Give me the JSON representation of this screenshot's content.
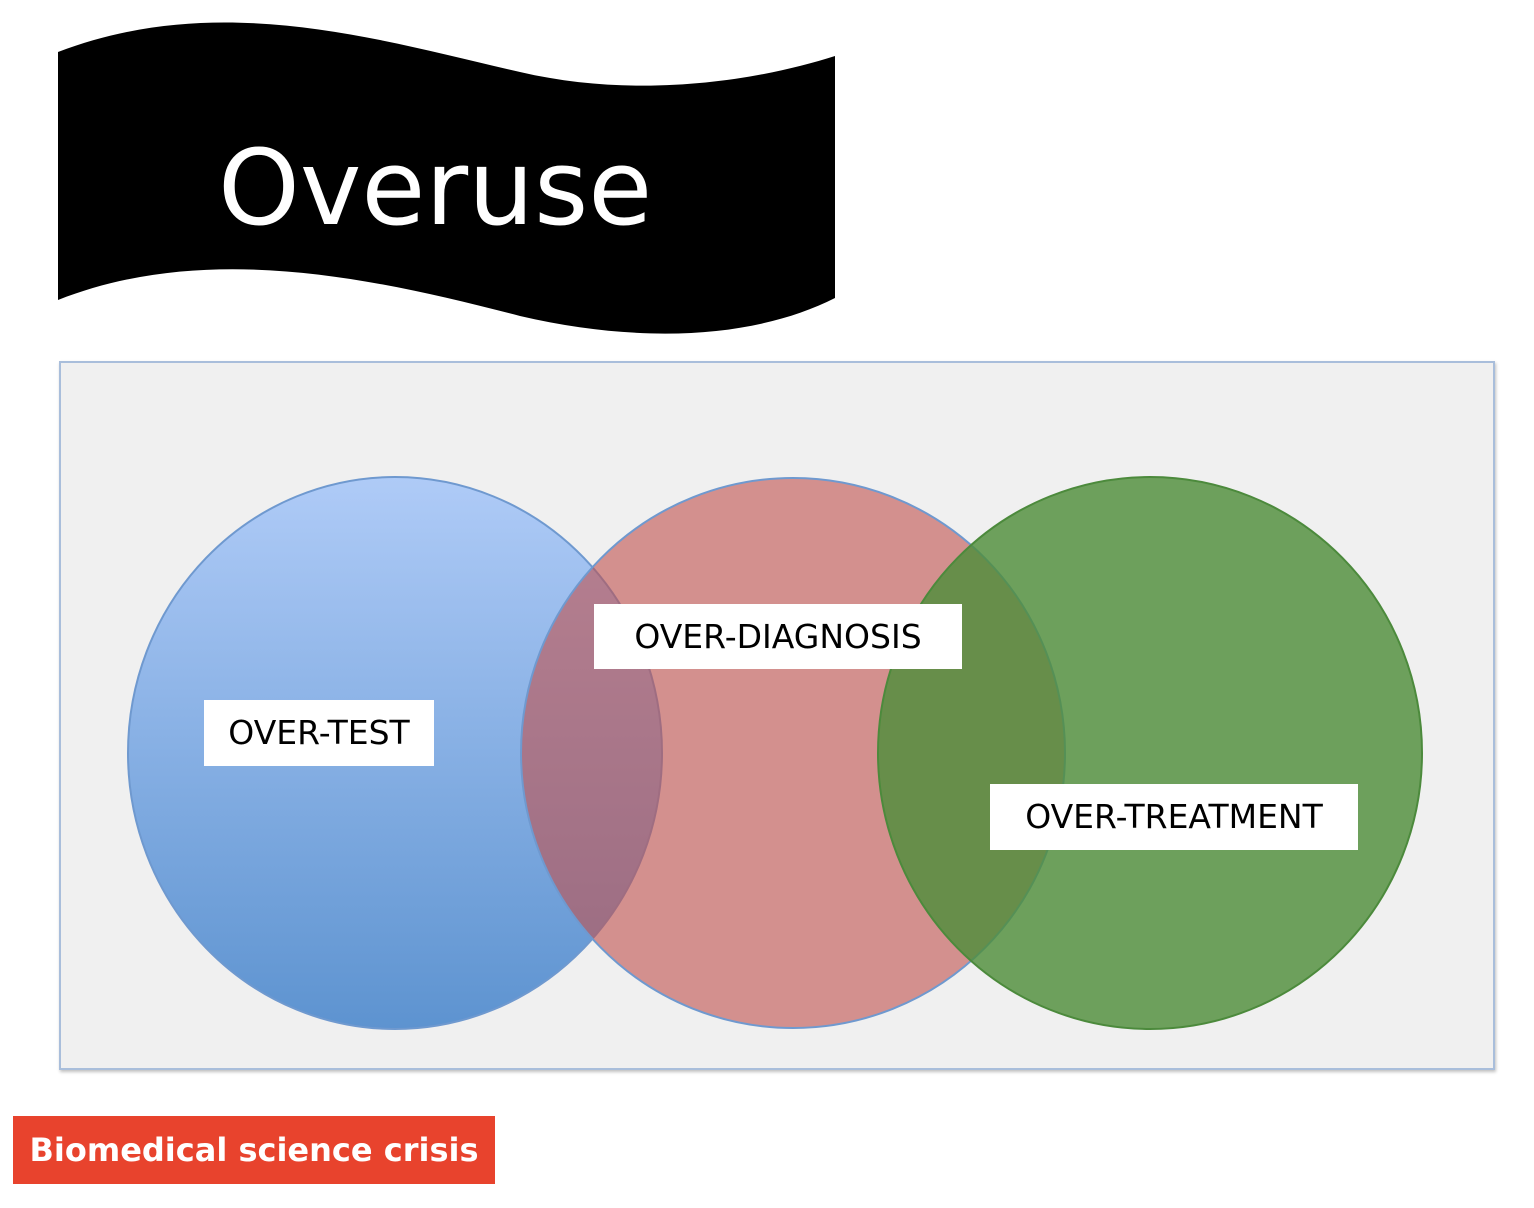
{
  "title": "Overuse",
  "venn": {
    "circles": [
      {
        "label": "OVER-TEST",
        "color_top": "#afcbf7",
        "color_bottom": "#5d93d0"
      },
      {
        "label": "OVER-DIAGNOSIS",
        "color": "#c0504d"
      },
      {
        "label": "OVER-TREATMENT",
        "color": "#4f8e3a"
      }
    ]
  },
  "footer": {
    "label": "Biomedical science crisis",
    "color": "#e8432d"
  }
}
